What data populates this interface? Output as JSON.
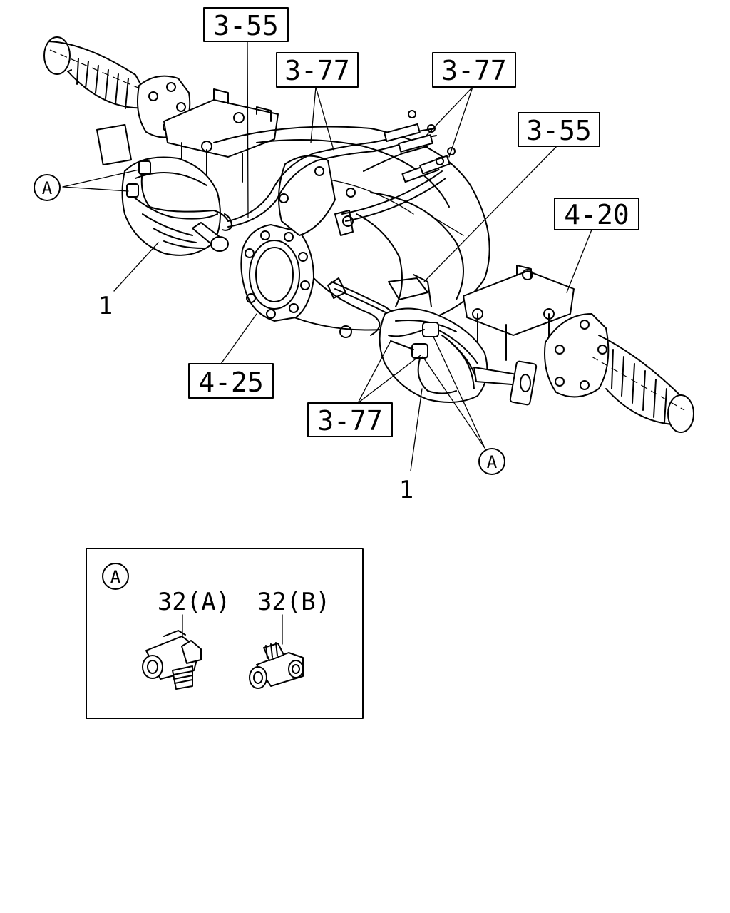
{
  "callouts": {
    "c1": "3-55",
    "c2": "3-77",
    "c3": "3-77",
    "c4": "3-55",
    "c5": "4-20",
    "c6": "4-25",
    "c7": "3-77"
  },
  "part_numbers": {
    "left_chamber": "1",
    "right_chamber": "1"
  },
  "markers": {
    "left": "A",
    "right": "A",
    "detail": "A"
  },
  "detail": {
    "fitting_a": "32(A)",
    "fitting_b": "32(B)"
  }
}
